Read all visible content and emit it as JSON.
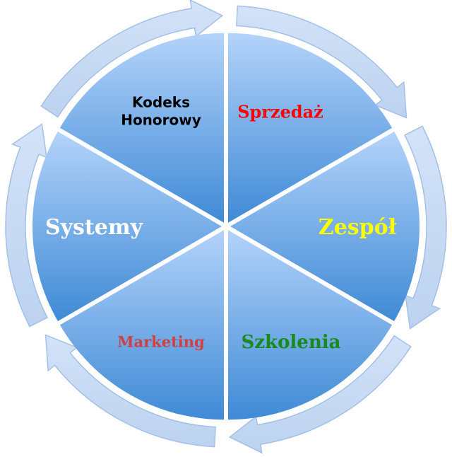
{
  "diagram": {
    "segments": [
      {
        "label": "Sprzedaż",
        "color": "#ff0000"
      },
      {
        "label": "Zespół",
        "color": "#ffff00"
      },
      {
        "label": "Szkolenia",
        "color": "#1a8a1a"
      },
      {
        "label": "Marketing",
        "color": "#d04040"
      },
      {
        "label": "Systemy",
        "color": "#ffffff"
      },
      {
        "label_line1": "Kodeks",
        "label_line2": "Honorowy",
        "color": "#000000"
      }
    ],
    "colors": {
      "segment_top": "#b3d3fa",
      "segment_bottom": "#3f8ad6",
      "arrow_fill": "#c9dcf4",
      "arrow_stroke": "#a3c0e8"
    }
  }
}
